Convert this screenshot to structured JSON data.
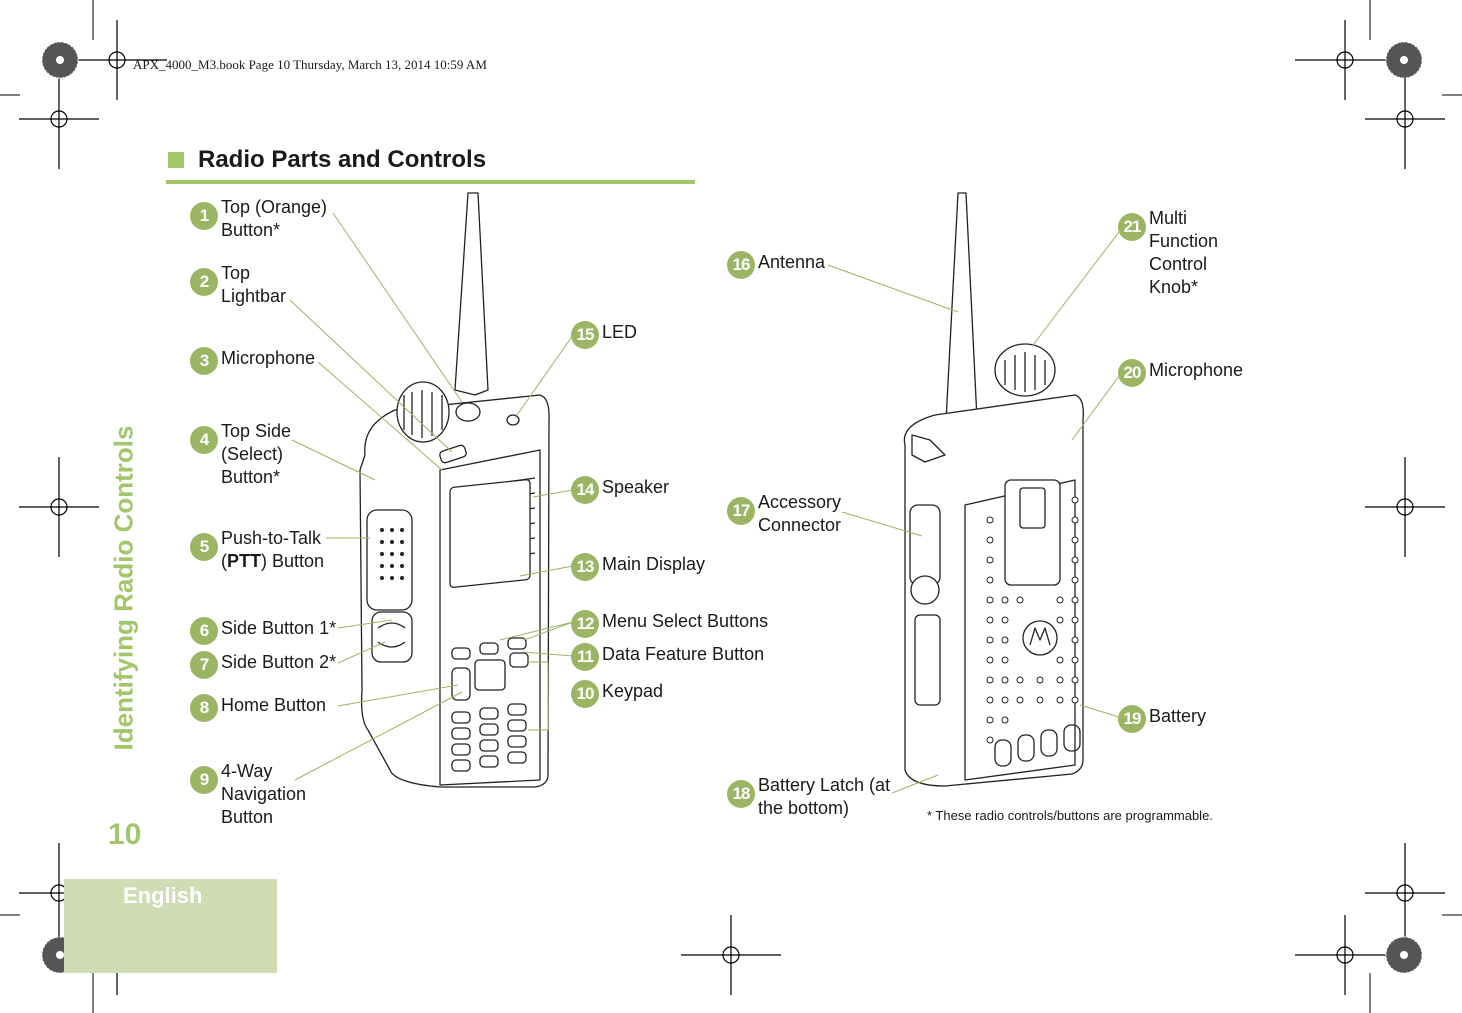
{
  "header": {
    "print_mark": "APX_4000_M3.book  Page 10  Thursday, March 13, 2014  10:59 AM"
  },
  "page": {
    "section_title": "Radio Parts and Controls",
    "side_title": "Identifying Radio Controls",
    "page_number": "10",
    "language": "English"
  },
  "callouts": [
    {
      "num": "1",
      "label": "Top (Orange)\nButton*"
    },
    {
      "num": "2",
      "label": "Top\nLightbar"
    },
    {
      "num": "3",
      "label": "Microphone"
    },
    {
      "num": "4",
      "label": "Top Side\n(Select)\nButton*"
    },
    {
      "num": "5",
      "label_pre": "Push-to-Talk\n(",
      "label_bold": "PTT",
      "label_post": ") Button"
    },
    {
      "num": "6",
      "label": "Side Button 1*"
    },
    {
      "num": "7",
      "label": "Side Button 2*"
    },
    {
      "num": "8",
      "label": "Home Button"
    },
    {
      "num": "9",
      "label": "4-Way\nNavigation\nButton"
    },
    {
      "num": "10",
      "label": "Keypad"
    },
    {
      "num": "11",
      "label": "Data Feature Button"
    },
    {
      "num": "12",
      "label": "Menu Select Buttons"
    },
    {
      "num": "13",
      "label": "Main Display"
    },
    {
      "num": "14",
      "label": "Speaker"
    },
    {
      "num": "15",
      "label": "LED"
    },
    {
      "num": "16",
      "label": "Antenna"
    },
    {
      "num": "17",
      "label": "Accessory\nConnector"
    },
    {
      "num": "18",
      "label": "Battery Latch (at\nthe bottom)"
    },
    {
      "num": "19",
      "label": "Battery"
    },
    {
      "num": "20",
      "label": "Microphone"
    },
    {
      "num": "21",
      "label": "Multi\nFunction\nControl\nKnob*"
    }
  ],
  "footnote": "* These radio controls/buttons are programmable.",
  "colors": {
    "accent": "#a3c66b",
    "badge": "#9ab563",
    "leader": "#9ab563",
    "tab": "#cfdcb4"
  }
}
